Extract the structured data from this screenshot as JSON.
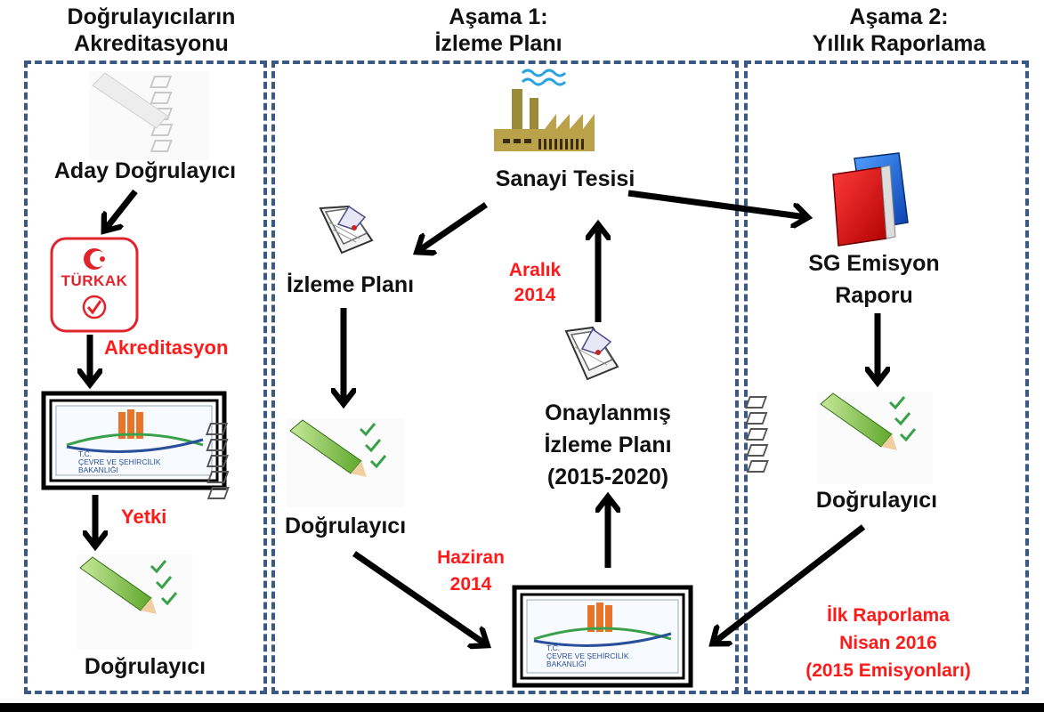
{
  "headers": {
    "col1": [
      "Doğrulayıcıların",
      "Akreditasyonu"
    ],
    "col2": [
      "Aşama 1:",
      "İzleme Planı"
    ],
    "col3": [
      "Aşama 2:",
      "Yıllık Raporlama"
    ]
  },
  "col1": {
    "candidate": "Aday Doğrulayıcı",
    "turkak_logo_text": "TÜRKAK",
    "accreditation": "Akreditasyon",
    "ministry_logo_text": [
      "T.C.",
      "ÇEVRE VE ŞEHİRCİLİK",
      "BAKANLIĞI"
    ],
    "authorization": "Yetki",
    "verifier": "Doğrulayıcı"
  },
  "col2": {
    "facility": "Sanayi Tesisi",
    "monitoring_plan": "İzleme Planı",
    "verifier": "Doğrulayıcı",
    "june_2014": [
      "Haziran",
      "2014"
    ],
    "december_2014": [
      "Aralık",
      "2014"
    ],
    "approved_plan": [
      "Onaylanmış",
      "İzleme Planı",
      "(2015-2020)"
    ],
    "ministry_logo_text": [
      "T.C.",
      "ÇEVRE VE ŞEHİRCİLİK",
      "BAKANLIĞI"
    ]
  },
  "col3": {
    "emission_report": [
      "SG Emisyon",
      "Raporu"
    ],
    "verifier": "Doğrulayıcı",
    "first_reporting": [
      "İlk Raporlama",
      "Nisan 2016",
      "(2015 Emisyonları)"
    ]
  },
  "colors": {
    "panel_border": "#3a5a85",
    "accent_red": "#ff1a1a",
    "turkak_red": "#e0242c",
    "ministry_orange": "#e8742a",
    "ministry_green": "#3aa14a",
    "ministry_blue": "#2a4f9a"
  }
}
